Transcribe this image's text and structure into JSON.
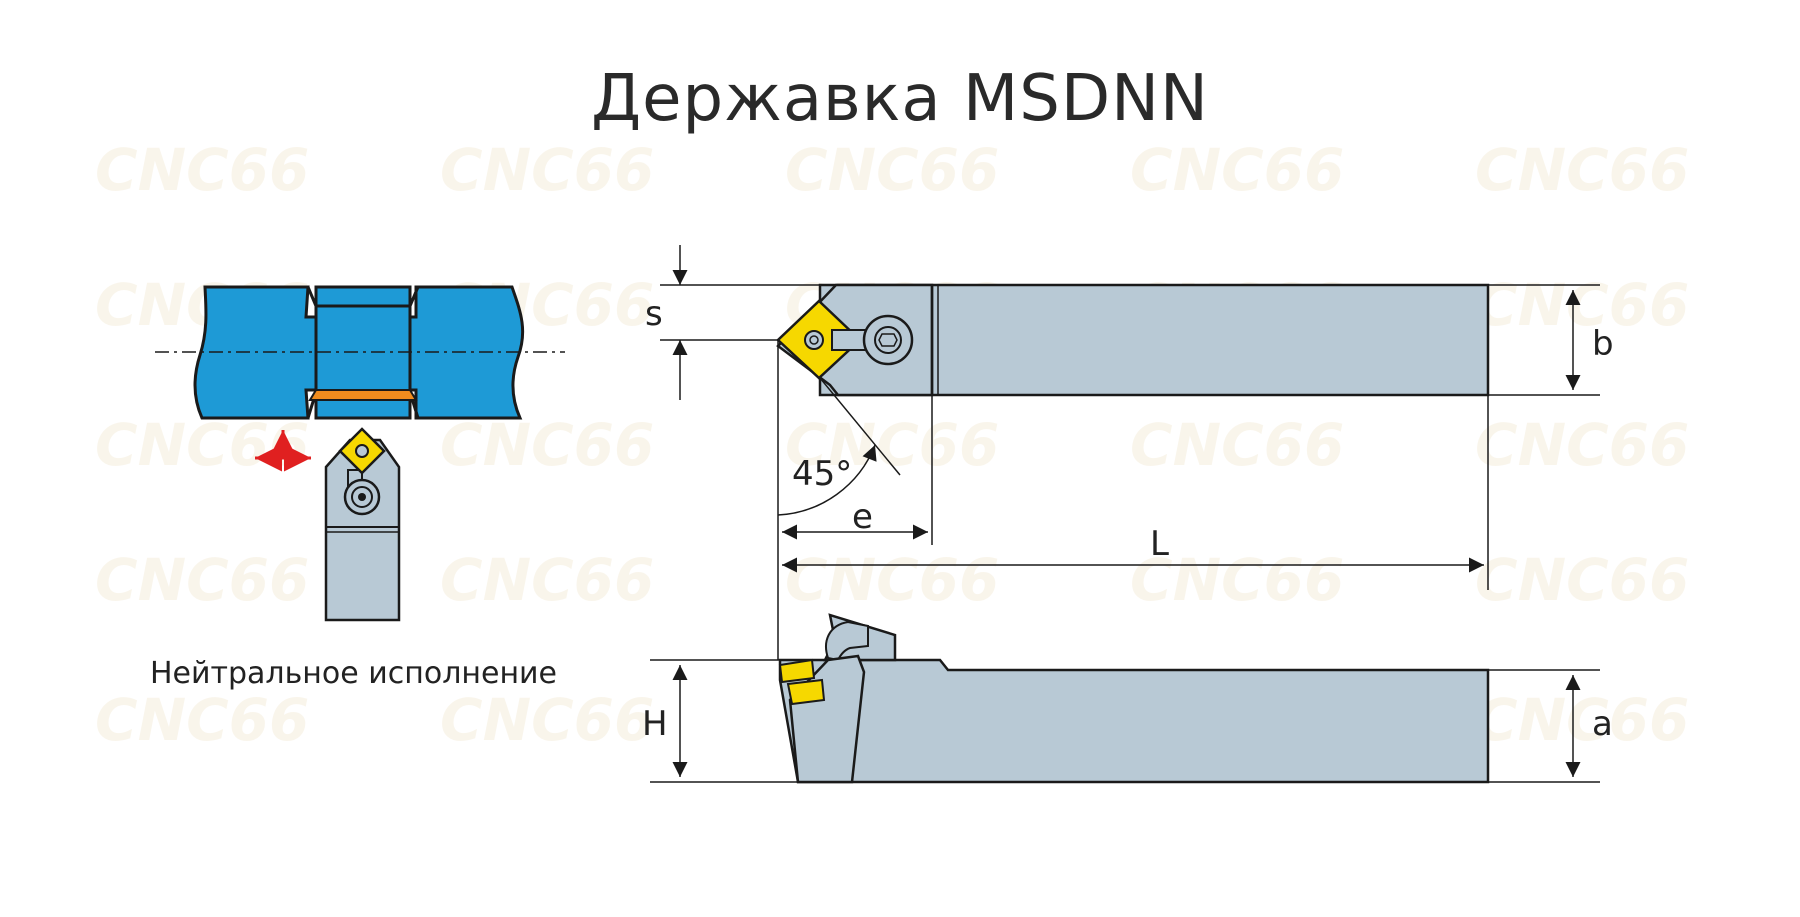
{
  "title": "Державка MSDNN",
  "caption": "Нейтральное исполнение",
  "watermark": "CNC66",
  "labels": {
    "s": "s",
    "b": "b",
    "angle": "45°",
    "e": "e",
    "L": "L",
    "H": "H",
    "a": "a"
  },
  "colors": {
    "holder": "#b8c9d5",
    "insert": "#f6d800",
    "workpiece": "#1e9ad6",
    "chip": "#f08c1e",
    "arrow": "#e02020",
    "line": "#1a1a1a"
  }
}
